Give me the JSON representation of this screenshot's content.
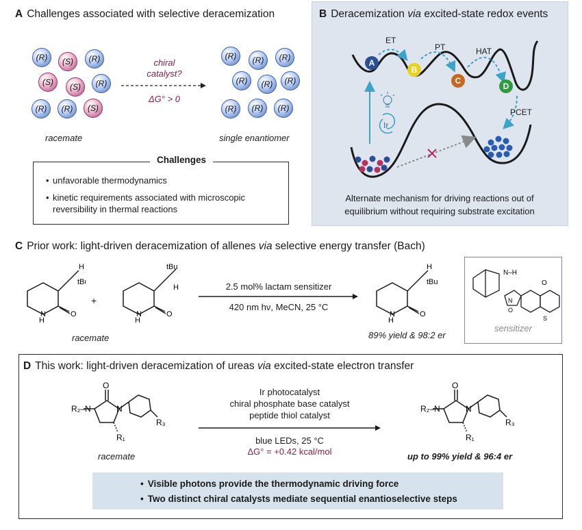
{
  "panel_a": {
    "letter": "A",
    "title": "Challenges associated with selective deracemization",
    "catalyst_line1": "chiral",
    "catalyst_line2": "catalyst?",
    "delta_g": "ΔG° > 0",
    "racemate_label": "racemate",
    "single_label": "single enantiomer",
    "mol_r": "(R)",
    "mol_s": "(S)",
    "challenges_title": "Challenges",
    "challenges": [
      "unfavorable thermodynamics",
      "kinetic requirements associated with microscopic reversibility in thermal reactions"
    ]
  },
  "panel_b": {
    "letter": "B",
    "title_pre": "Deracemization ",
    "title_via": "via",
    "title_post": " excited-state redox events",
    "nodes": [
      "A",
      "B",
      "C",
      "D"
    ],
    "steps": [
      "ET",
      "PT",
      "HAT",
      "PCET"
    ],
    "catalyst": "Ir",
    "caption_line1": "Alternate mechanism for driving reactions out of",
    "caption_line2": "equilibrium without requiring substrate excitation"
  },
  "panel_c": {
    "letter": "C",
    "title_pre": "Prior work: light-driven deracemization of allenes ",
    "title_via": "via",
    "title_post": " selective energy transfer (Bach)",
    "cond_line1": "2.5 mol% lactam sensitizer",
    "cond_line2": "420 nm hν, MeCN, 25 °C",
    "racemate_label": "racemate",
    "yield": "89% yield & 98:2 er",
    "sensitizer_label": "sensitizer",
    "plus": "+"
  },
  "panel_d": {
    "letter": "D",
    "title_pre": "This work: light-driven deracemization of ureas ",
    "title_via": "via",
    "title_post": " excited-state electron transfer",
    "cond_line1": "Ir photocatalyst",
    "cond_line2": "chiral phosphate base catalyst",
    "cond_line3": "peptide thiol catalyst",
    "cond_line4": "blue LEDs, 25 °C",
    "delta_g": "ΔG° = +0.42 kcal/mol",
    "racemate_label": "racemate",
    "yield": "up to 99% yield & 96:4 er",
    "notes": [
      "Visible photons provide the thermodynamic driving force",
      "Two distinct chiral catalysts mediate sequential enantioselective steps"
    ]
  },
  "colors": {
    "maroon": "#8b1d4f",
    "teal": "#3aa5c8",
    "panel_b_bg": "#dfe5ee",
    "note_bg": "#d6e2ec",
    "node_a": "#2a4f97",
    "node_b": "#e8d21e",
    "node_c": "#c8681e",
    "node_d": "#2f9a3e"
  }
}
